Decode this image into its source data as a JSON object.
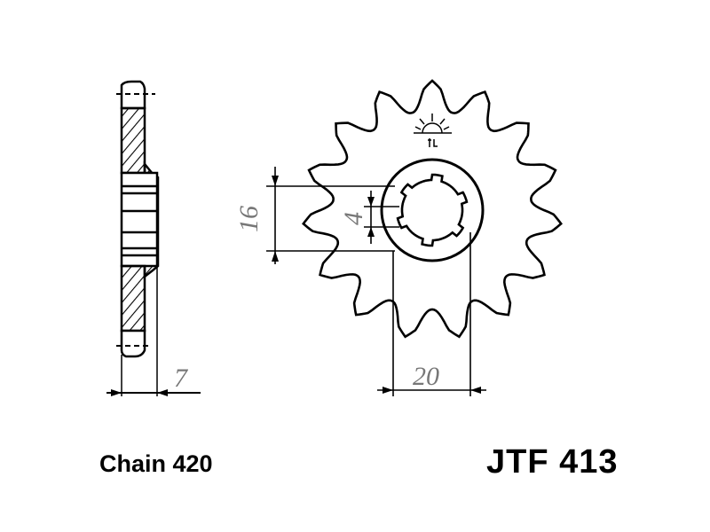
{
  "chain_label": "Chain 420",
  "part_number": "JTF 413",
  "dimensions": {
    "thickness": "7",
    "spline_width": "4",
    "spline_height": "16",
    "hub_diameter": "20"
  },
  "sprocket": {
    "teeth": 15
  },
  "logo": {
    "name": "sun-logo-icon"
  }
}
